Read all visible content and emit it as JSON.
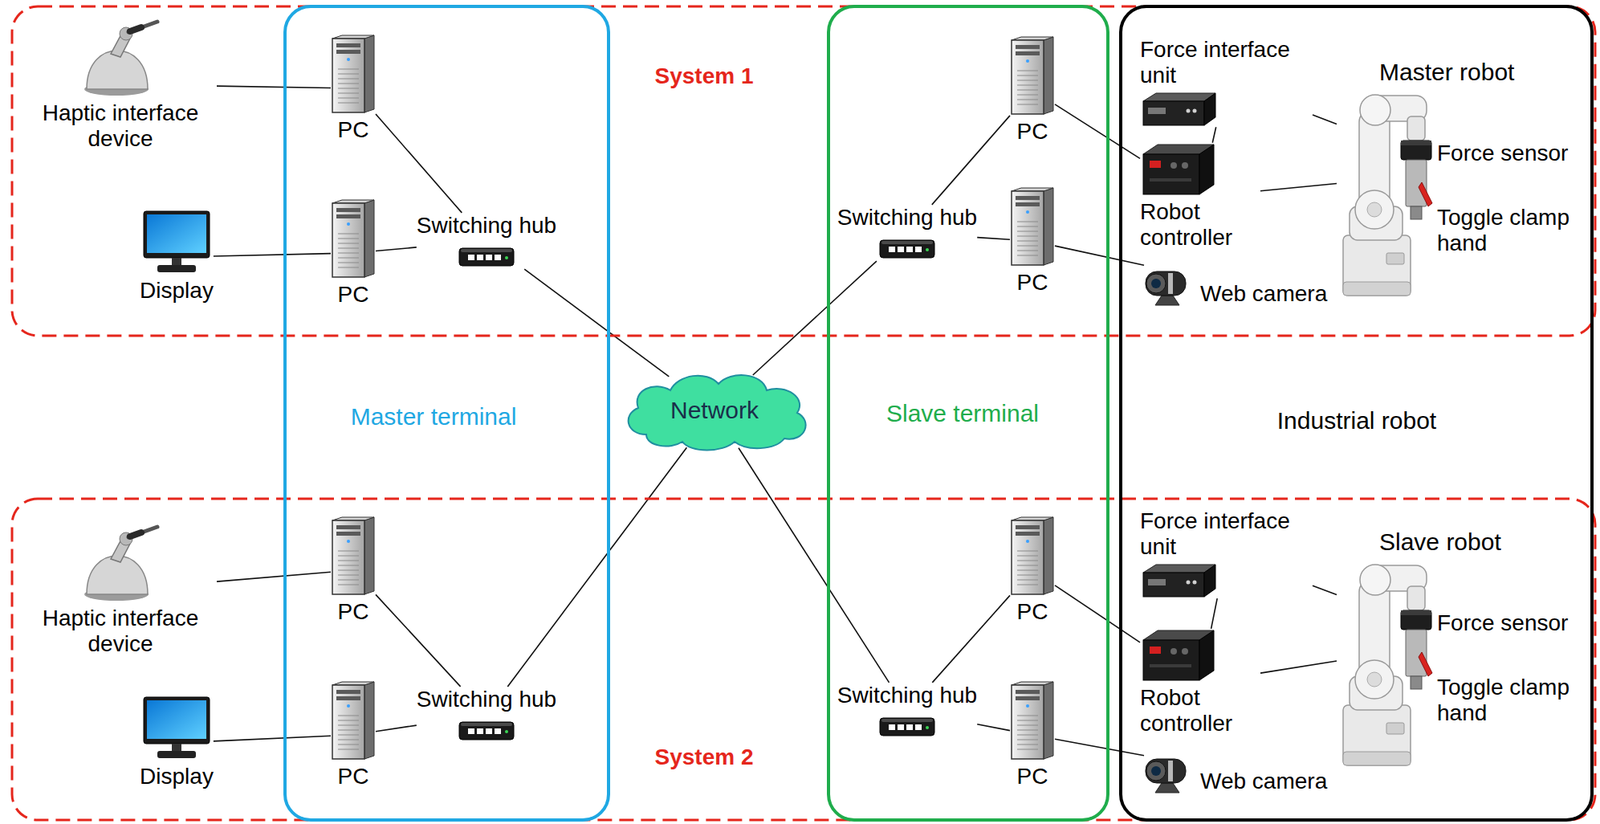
{
  "diagram": {
    "nodes": [
      {
        "text": [
          "System 1"
        ]
      },
      {
        "text": [
          "System 2"
        ]
      },
      {
        "text": [
          "Master terminal"
        ]
      },
      {
        "text": [
          "Slave terminal"
        ]
      },
      {
        "text": [
          "Industrial robot"
        ]
      },
      {
        "text": [
          "Network"
        ]
      },
      {
        "text": [
          "Haptic interface device"
        ],
        "in": 0
      },
      {
        "text": [
          "PC"
        ],
        "in": 2
      },
      {
        "text": [
          "Display"
        ],
        "in": 0
      },
      {
        "text": [
          "PC"
        ],
        "in": 2
      },
      {
        "text": [
          "Switching hub"
        ],
        "in": 2
      },
      {
        "text": [
          "PC"
        ],
        "in": 3
      },
      {
        "text": [
          "Switching hub"
        ],
        "in": 3
      },
      {
        "text": [
          "PC"
        ],
        "in": 3
      },
      {
        "text": [
          "Force interface unit"
        ],
        "in": 4
      },
      {
        "text": [
          "Robot controller"
        ],
        "in": 4
      },
      {
        "text": [
          "Master robot",
          "Force sensor",
          "Toggle clamp hand"
        ],
        "in": 4
      },
      {
        "text": [
          "Web camera"
        ],
        "in": 4
      },
      {
        "text": [
          "Haptic interface device"
        ],
        "in": 1
      },
      {
        "text": [
          "PC"
        ],
        "in": 2
      },
      {
        "text": [
          "Display"
        ],
        "in": 1
      },
      {
        "text": [
          "PC"
        ],
        "in": 2
      },
      {
        "text": [
          "Switching hub"
        ],
        "in": 2
      },
      {
        "text": [
          "PC"
        ],
        "in": 3
      },
      {
        "text": [
          "Switching hub"
        ],
        "in": 3
      },
      {
        "text": [
          "PC"
        ],
        "in": 3
      },
      {
        "text": [
          "Force interface unit"
        ],
        "in": 4
      },
      {
        "text": [
          "Robot controller"
        ],
        "in": 4
      },
      {
        "text": [
          "Slave robot",
          "Force sensor",
          "Toggle clamp hand"
        ],
        "in": 4
      },
      {
        "text": [
          "Web camera"
        ],
        "in": 4
      }
    ],
    "edges": [
      {
        "from": 6,
        "to": 7,
        "arrow": "none"
      },
      {
        "from": 8,
        "to": 9,
        "arrow": "none"
      },
      {
        "from": 7,
        "to": 10,
        "arrow": "none"
      },
      {
        "from": 9,
        "to": 10,
        "arrow": "none"
      },
      {
        "from": 10,
        "to": 5,
        "arrow": "none"
      },
      {
        "from": 5,
        "to": 12,
        "arrow": "none"
      },
      {
        "from": 12,
        "to": 11,
        "arrow": "none"
      },
      {
        "from": 12,
        "to": 13,
        "arrow": "none"
      },
      {
        "from": 11,
        "to": 15,
        "arrow": "none"
      },
      {
        "from": 14,
        "to": 15,
        "arrow": "none"
      },
      {
        "from": 14,
        "to": 16,
        "arrow": "none"
      },
      {
        "from": 15,
        "to": 16,
        "arrow": "none"
      },
      {
        "from": 13,
        "to": 17,
        "arrow": "none"
      },
      {
        "from": 18,
        "to": 19,
        "arrow": "none"
      },
      {
        "from": 20,
        "to": 21,
        "arrow": "none"
      },
      {
        "from": 19,
        "to": 22,
        "arrow": "none"
      },
      {
        "from": 21,
        "to": 22,
        "arrow": "none"
      },
      {
        "from": 22,
        "to": 5,
        "arrow": "none"
      },
      {
        "from": 5,
        "to": 24,
        "arrow": "none"
      },
      {
        "from": 24,
        "to": 23,
        "arrow": "none"
      },
      {
        "from": 24,
        "to": 25,
        "arrow": "none"
      },
      {
        "from": 23,
        "to": 27,
        "arrow": "none"
      },
      {
        "from": 26,
        "to": 27,
        "arrow": "none"
      },
      {
        "from": 26,
        "to": 28,
        "arrow": "none"
      },
      {
        "from": 27,
        "to": 28,
        "arrow": "none"
      },
      {
        "from": 25,
        "to": 29,
        "arrow": "none"
      }
    ]
  }
}
